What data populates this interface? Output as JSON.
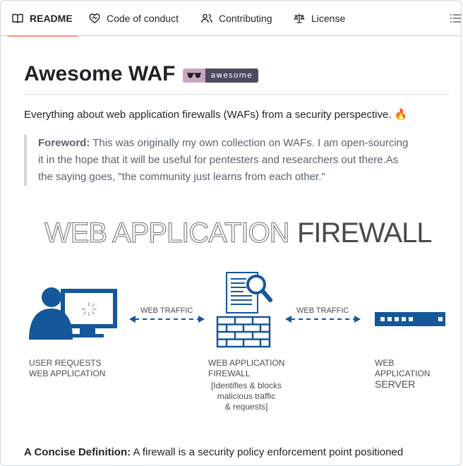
{
  "tabs": [
    {
      "label": "README",
      "icon": "book-icon",
      "active": true
    },
    {
      "label": "Code of conduct",
      "icon": "code-of-conduct-icon",
      "active": false
    },
    {
      "label": "Contributing",
      "icon": "people-icon",
      "active": false
    },
    {
      "label": "License",
      "icon": "law-scale-icon",
      "active": false
    }
  ],
  "toc_icon": "list-icon",
  "title": "Awesome WAF",
  "badge": {
    "text": "awesome",
    "icon": "sunglasses-icon",
    "left_color": "#c9a5c3",
    "right_color": "#4a4a63"
  },
  "intro": "Everything about web application firewalls (WAFs) from a security perspective.",
  "intro_emoji": "🔥",
  "foreword": {
    "label": "Foreword:",
    "line1": "This was originally my own collection on WAFs. I am open-sourcing",
    "line2": "it in the hope that it will be useful for pentesters and researchers out there.As",
    "line3": "the saying goes, \"the community just learns from each other.\""
  },
  "diagram": {
    "title_light": "WEB APPLICATION",
    "title_bold": "FIREWALL",
    "traffic_label": "WEB TRAFFIC",
    "user_caption": [
      "USER REQUESTS",
      "WEB APPLICATION"
    ],
    "waf_caption": [
      "WEB APPLICATION",
      "FIREWALL"
    ],
    "waf_note": [
      "[Identifies & blocks",
      "malicious traffic",
      "& requests]"
    ],
    "server_caption": [
      "WEB APPLICATION",
      "SERVER"
    ],
    "brand_color": "#14579a"
  },
  "definition": {
    "label": "A Concise Definition:",
    "text": "A firewall is a security policy enforcement point positioned"
  },
  "colors": {
    "active_tab_underline": "#fd8c73",
    "muted_text": "#59636e"
  }
}
